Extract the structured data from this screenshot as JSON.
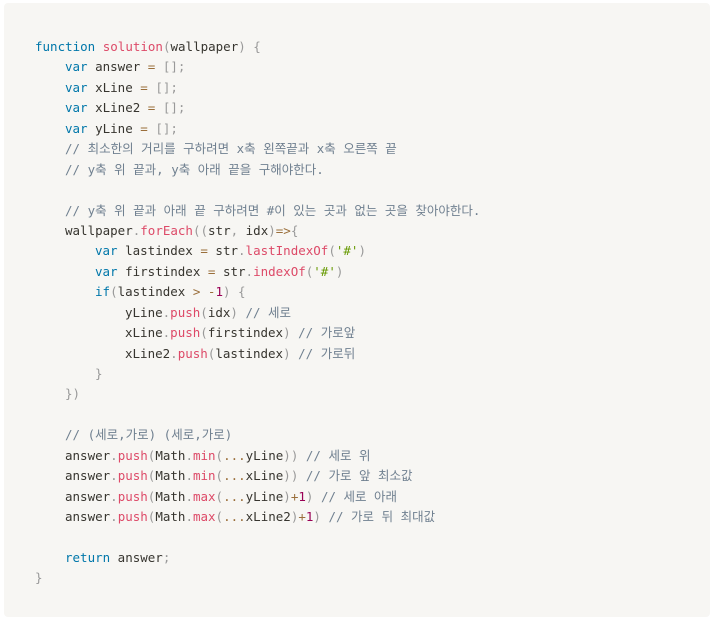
{
  "code": {
    "lines": [
      {
        "indent": 0,
        "tokens": [
          [
            "kw",
            "function"
          ],
          [
            "pl",
            " "
          ],
          [
            "fn",
            "solution"
          ],
          [
            "pu",
            "("
          ],
          [
            "pl",
            "wallpaper"
          ],
          [
            "pu",
            ")"
          ],
          [
            "pl",
            " "
          ],
          [
            "pu",
            "{"
          ]
        ]
      },
      {
        "indent": 1,
        "tokens": [
          [
            "kw",
            "var"
          ],
          [
            "pl",
            " answer "
          ],
          [
            "op",
            "="
          ],
          [
            "pl",
            " "
          ],
          [
            "pu",
            "[];"
          ]
        ]
      },
      {
        "indent": 1,
        "tokens": [
          [
            "kw",
            "var"
          ],
          [
            "pl",
            " xLine "
          ],
          [
            "op",
            "="
          ],
          [
            "pl",
            " "
          ],
          [
            "pu",
            "[];"
          ]
        ]
      },
      {
        "indent": 1,
        "tokens": [
          [
            "kw",
            "var"
          ],
          [
            "pl",
            " xLine2 "
          ],
          [
            "op",
            "="
          ],
          [
            "pl",
            " "
          ],
          [
            "pu",
            "[];"
          ]
        ]
      },
      {
        "indent": 1,
        "tokens": [
          [
            "kw",
            "var"
          ],
          [
            "pl",
            " yLine "
          ],
          [
            "op",
            "="
          ],
          [
            "pl",
            " "
          ],
          [
            "pu",
            "[];"
          ]
        ]
      },
      {
        "indent": 1,
        "tokens": [
          [
            "cm",
            "// 최소한의 거리를 구하려면 x축 왼쪽끝과 x축 오른쪽 끝"
          ]
        ]
      },
      {
        "indent": 1,
        "tokens": [
          [
            "cm",
            "// y축 위 끝과, y축 아래 끝을 구해야한다."
          ]
        ]
      },
      {
        "indent": 0,
        "tokens": []
      },
      {
        "indent": 1,
        "tokens": [
          [
            "cm",
            "// y축 위 끝과 아래 끝 구하려면 #이 있는 곳과 없는 곳을 찾아야한다."
          ]
        ]
      },
      {
        "indent": 1,
        "tokens": [
          [
            "pl",
            "wallpaper"
          ],
          [
            "pu",
            "."
          ],
          [
            "fn",
            "forEach"
          ],
          [
            "pu",
            "(("
          ],
          [
            "pl",
            "str"
          ],
          [
            "pu",
            ","
          ],
          [
            "pl",
            " idx"
          ],
          [
            "pu",
            ")"
          ],
          [
            "op",
            "=>"
          ],
          [
            "pu",
            "{"
          ]
        ]
      },
      {
        "indent": 2,
        "tokens": [
          [
            "kw",
            "var"
          ],
          [
            "pl",
            " lastindex "
          ],
          [
            "op",
            "="
          ],
          [
            "pl",
            " str"
          ],
          [
            "pu",
            "."
          ],
          [
            "fn",
            "lastIndexOf"
          ],
          [
            "pu",
            "("
          ],
          [
            "str",
            "'#'"
          ],
          [
            "pu",
            ")"
          ]
        ]
      },
      {
        "indent": 2,
        "tokens": [
          [
            "kw",
            "var"
          ],
          [
            "pl",
            " firstindex "
          ],
          [
            "op",
            "="
          ],
          [
            "pl",
            " str"
          ],
          [
            "pu",
            "."
          ],
          [
            "fn",
            "indexOf"
          ],
          [
            "pu",
            "("
          ],
          [
            "str",
            "'#'"
          ],
          [
            "pu",
            ")"
          ]
        ]
      },
      {
        "indent": 2,
        "tokens": [
          [
            "kw",
            "if"
          ],
          [
            "pu",
            "("
          ],
          [
            "pl",
            "lastindex "
          ],
          [
            "op",
            ">"
          ],
          [
            "pl",
            " "
          ],
          [
            "op",
            "-"
          ],
          [
            "num",
            "1"
          ],
          [
            "pu",
            ")"
          ],
          [
            "pl",
            " "
          ],
          [
            "pu",
            "{"
          ]
        ]
      },
      {
        "indent": 3,
        "tokens": [
          [
            "pl",
            "yLine"
          ],
          [
            "pu",
            "."
          ],
          [
            "fn",
            "push"
          ],
          [
            "pu",
            "("
          ],
          [
            "pl",
            "idx"
          ],
          [
            "pu",
            ")"
          ],
          [
            "pl",
            " "
          ],
          [
            "cm",
            "// 세로"
          ]
        ]
      },
      {
        "indent": 3,
        "tokens": [
          [
            "pl",
            "xLine"
          ],
          [
            "pu",
            "."
          ],
          [
            "fn",
            "push"
          ],
          [
            "pu",
            "("
          ],
          [
            "pl",
            "firstindex"
          ],
          [
            "pu",
            ")"
          ],
          [
            "pl",
            " "
          ],
          [
            "cm",
            "// 가로앞"
          ]
        ]
      },
      {
        "indent": 3,
        "tokens": [
          [
            "pl",
            "xLine2"
          ],
          [
            "pu",
            "."
          ],
          [
            "fn",
            "push"
          ],
          [
            "pu",
            "("
          ],
          [
            "pl",
            "lastindex"
          ],
          [
            "pu",
            ")"
          ],
          [
            "pl",
            " "
          ],
          [
            "cm",
            "// 가로뒤"
          ]
        ]
      },
      {
        "indent": 2,
        "tokens": [
          [
            "pu",
            "}"
          ]
        ]
      },
      {
        "indent": 1,
        "tokens": [
          [
            "pu",
            "})"
          ]
        ]
      },
      {
        "indent": 0,
        "tokens": []
      },
      {
        "indent": 1,
        "tokens": [
          [
            "cm",
            "// (세로,가로) (세로,가로)"
          ]
        ]
      },
      {
        "indent": 1,
        "tokens": [
          [
            "pl",
            "answer"
          ],
          [
            "pu",
            "."
          ],
          [
            "fn",
            "push"
          ],
          [
            "pu",
            "("
          ],
          [
            "pl",
            "Math"
          ],
          [
            "pu",
            "."
          ],
          [
            "fn",
            "min"
          ],
          [
            "pu",
            "("
          ],
          [
            "op",
            "..."
          ],
          [
            "pl",
            "yLine"
          ],
          [
            "pu",
            "))"
          ],
          [
            "pl",
            " "
          ],
          [
            "cm",
            "// 세로 위"
          ]
        ]
      },
      {
        "indent": 1,
        "tokens": [
          [
            "pl",
            "answer"
          ],
          [
            "pu",
            "."
          ],
          [
            "fn",
            "push"
          ],
          [
            "pu",
            "("
          ],
          [
            "pl",
            "Math"
          ],
          [
            "pu",
            "."
          ],
          [
            "fn",
            "min"
          ],
          [
            "pu",
            "("
          ],
          [
            "op",
            "..."
          ],
          [
            "pl",
            "xLine"
          ],
          [
            "pu",
            "))"
          ],
          [
            "pl",
            " "
          ],
          [
            "cm",
            "// 가로 앞 최소값"
          ]
        ]
      },
      {
        "indent": 1,
        "tokens": [
          [
            "pl",
            "answer"
          ],
          [
            "pu",
            "."
          ],
          [
            "fn",
            "push"
          ],
          [
            "pu",
            "("
          ],
          [
            "pl",
            "Math"
          ],
          [
            "pu",
            "."
          ],
          [
            "fn",
            "max"
          ],
          [
            "pu",
            "("
          ],
          [
            "op",
            "..."
          ],
          [
            "pl",
            "yLine"
          ],
          [
            "pu",
            ")"
          ],
          [
            "op",
            "+"
          ],
          [
            "num",
            "1"
          ],
          [
            "pu",
            ")"
          ],
          [
            "pl",
            " "
          ],
          [
            "cm",
            "// 세로 아래"
          ]
        ]
      },
      {
        "indent": 1,
        "tokens": [
          [
            "pl",
            "answer"
          ],
          [
            "pu",
            "."
          ],
          [
            "fn",
            "push"
          ],
          [
            "pu",
            "("
          ],
          [
            "pl",
            "Math"
          ],
          [
            "pu",
            "."
          ],
          [
            "fn",
            "max"
          ],
          [
            "pu",
            "("
          ],
          [
            "op",
            "..."
          ],
          [
            "pl",
            "xLine2"
          ],
          [
            "pu",
            ")"
          ],
          [
            "op",
            "+"
          ],
          [
            "num",
            "1"
          ],
          [
            "pu",
            ")"
          ],
          [
            "pl",
            " "
          ],
          [
            "cm",
            "// 가로 뒤 최대값"
          ]
        ]
      },
      {
        "indent": 0,
        "tokens": []
      },
      {
        "indent": 1,
        "tokens": [
          [
            "kw",
            "return"
          ],
          [
            "pl",
            " answer"
          ],
          [
            "pu",
            ";"
          ]
        ]
      },
      {
        "indent": 0,
        "tokens": [
          [
            "pu",
            "}"
          ]
        ]
      }
    ]
  },
  "colors": {
    "background": "#f7f6f3",
    "keyword": "#0077aa",
    "function": "#dd4a68",
    "string": "#669900",
    "number": "#990055",
    "comment": "#708090",
    "operator": "#9a6e3a",
    "punctuation": "#999999",
    "plain": "#37352f"
  }
}
